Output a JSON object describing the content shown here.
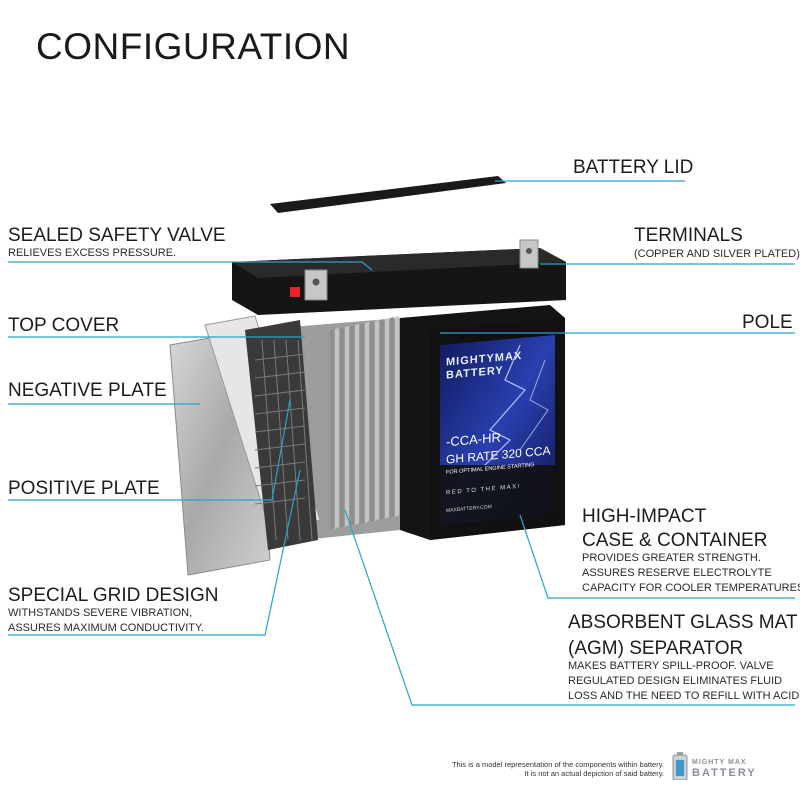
{
  "title": "CONFIGURATION",
  "labels": {
    "battery_lid": "BATTERY LID",
    "sealed_valve": "SEALED SAFETY VALVE",
    "sealed_valve_sub": "RELIEVES EXCESS PRESSURE.",
    "terminals": "TERMINALS",
    "terminals_sub": "(COPPER AND SILVER PLATED)",
    "top_cover": "TOP COVER",
    "pole": "POLE",
    "negative_plate": "NEGATIVE PLATE",
    "positive_plate": "POSITIVE PLATE",
    "high_impact_1": "HIGH-IMPACT",
    "high_impact_2": "CASE & CONTAINER",
    "high_impact_sub_1": "PROVIDES GREATER STRENGTH.",
    "high_impact_sub_2": "ASSURES RESERVE ELECTROLYTE",
    "high_impact_sub_3": "CAPACITY FOR COOLER TEMPERATURES.",
    "grid_design": "SPECIAL GRID DESIGN",
    "grid_design_sub_1": "WITHSTANDS SEVERE VIBRATION,",
    "grid_design_sub_2": "ASSURES MAXIMUM CONDUCTIVITY.",
    "agm_1": "ABSORBENT GLASS MAT",
    "agm_2": "(AGM) SEPARATOR",
    "agm_sub_1": "MAKES BATTERY SPILL-PROOF. VALVE",
    "agm_sub_2": "REGULATED DESIGN ELIMINATES FLUID",
    "agm_sub_3": "LOSS AND THE NEED TO REFILL WITH ACID."
  },
  "battery_label": {
    "brand_line_1": "MIGHTYMAX",
    "brand_line_2": "BATTERY",
    "model": "-CCA-HR",
    "rating": "GH RATE 320 CCA",
    "tagline": "FOR OPTIMAL ENGINE STARTING",
    "slogan": "RED TO THE MAX!",
    "website": "MAXBATTERY.COM"
  },
  "footer": {
    "note_1": "This is a model representation of the components within battery.",
    "note_2": "It is not an actual depiction of said battery.",
    "brand_1": "MIGHTY MAX",
    "brand_2": "BATTERY"
  },
  "colors": {
    "leader": "#29a3c8",
    "battery_body": "#141414",
    "label_blue": "#1a2e8c",
    "plate": "#b9b9b9",
    "terminal": "#c7c7c7"
  }
}
